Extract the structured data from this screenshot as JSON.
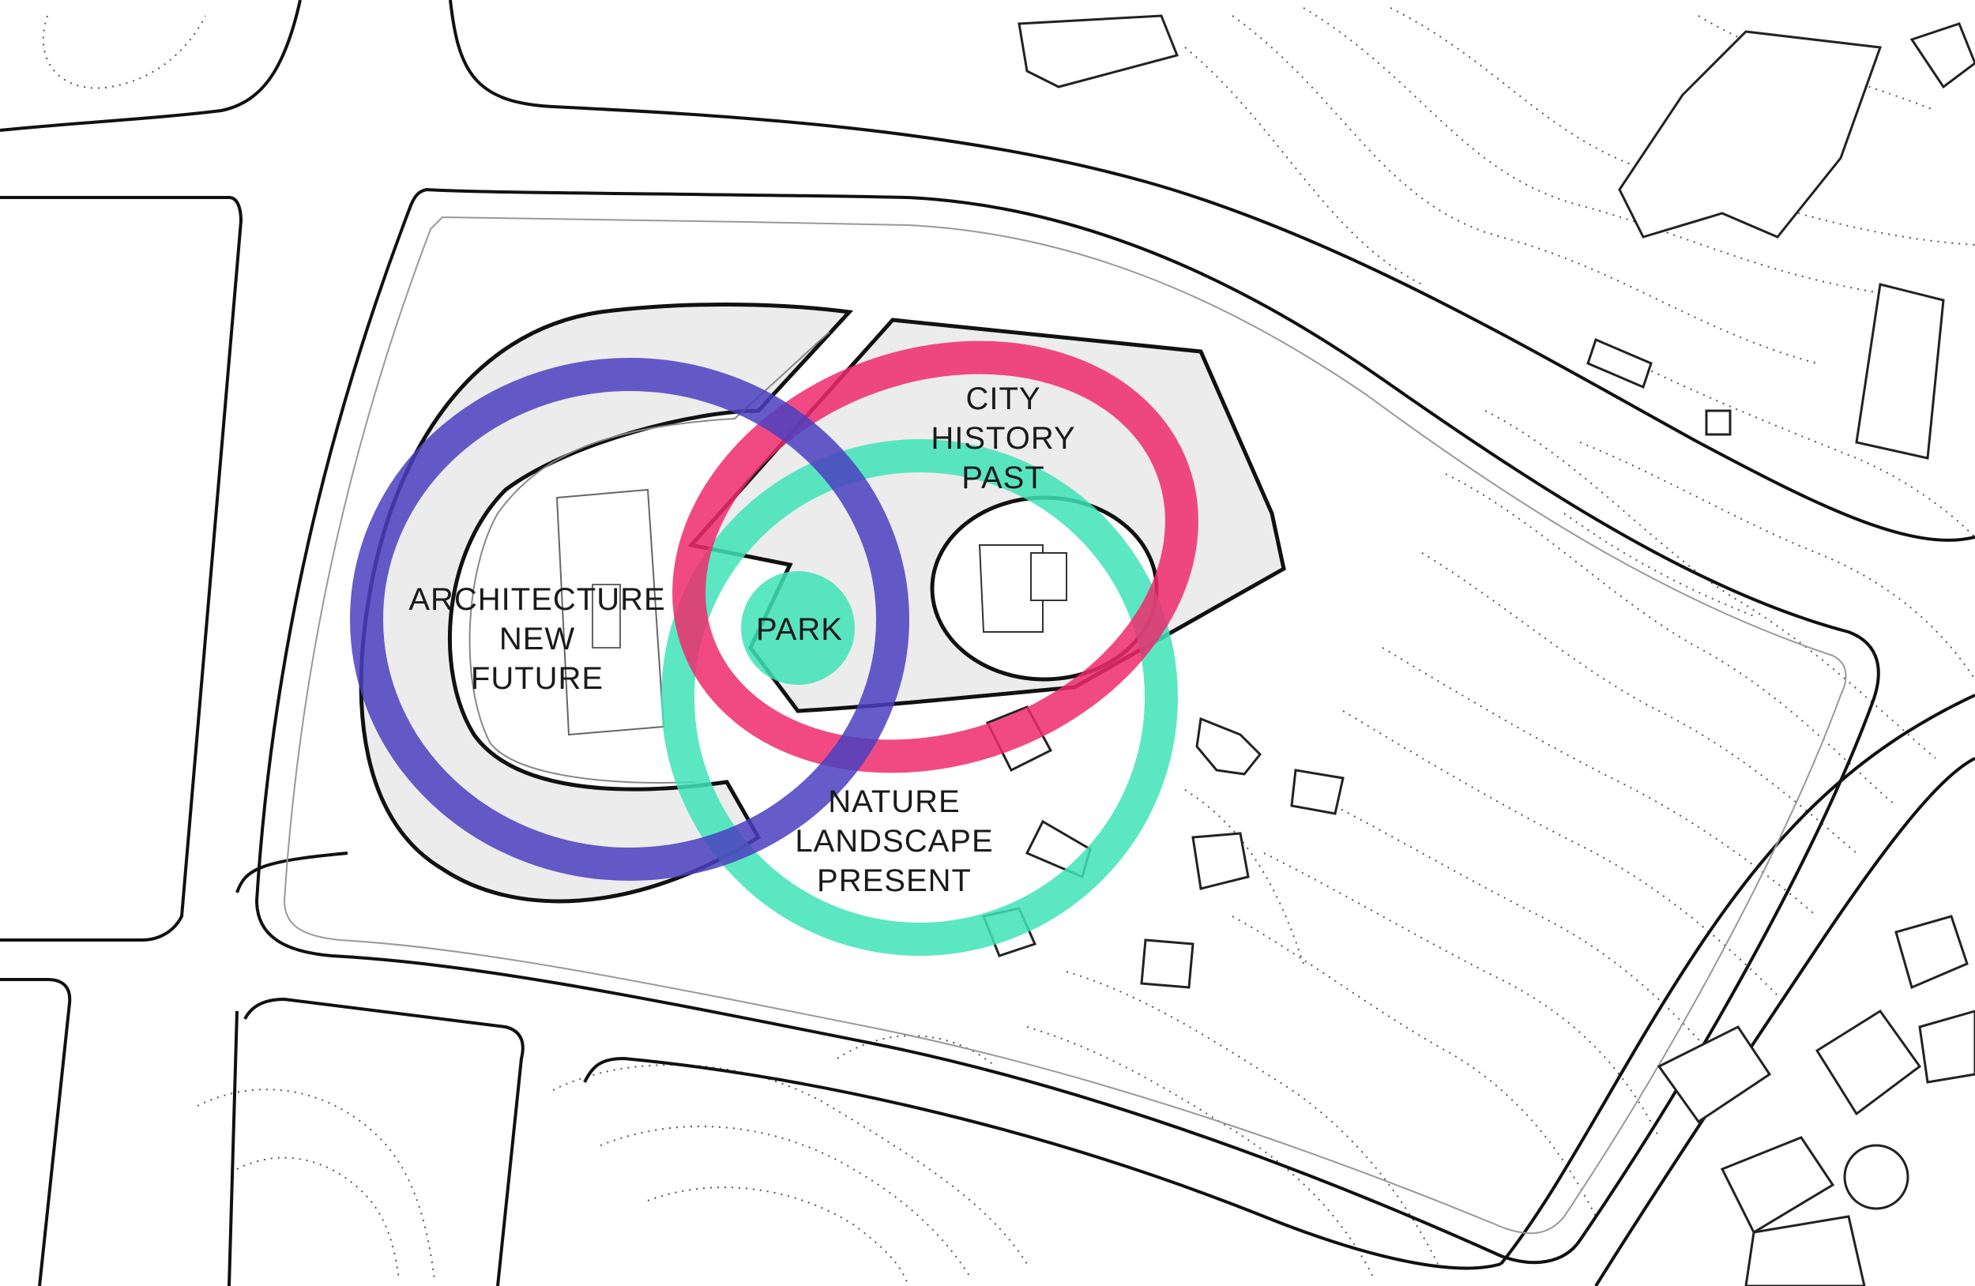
{
  "diagram": {
    "rings": [
      {
        "id": "architecture",
        "color": "#4a3fc0"
      },
      {
        "id": "city",
        "color": "#ee2a6c"
      },
      {
        "id": "nature",
        "color": "#3fe3b8"
      },
      {
        "id": "park",
        "color": "#3fe3b8"
      }
    ],
    "labels": {
      "architecture": [
        "ARCHITECTURE",
        "NEW",
        "FUTURE"
      ],
      "city": [
        "CITY",
        "HISTORY",
        "PAST"
      ],
      "nature": [
        "NATURE",
        "LANDSCAPE",
        "PRESENT"
      ],
      "park": "PARK"
    }
  }
}
